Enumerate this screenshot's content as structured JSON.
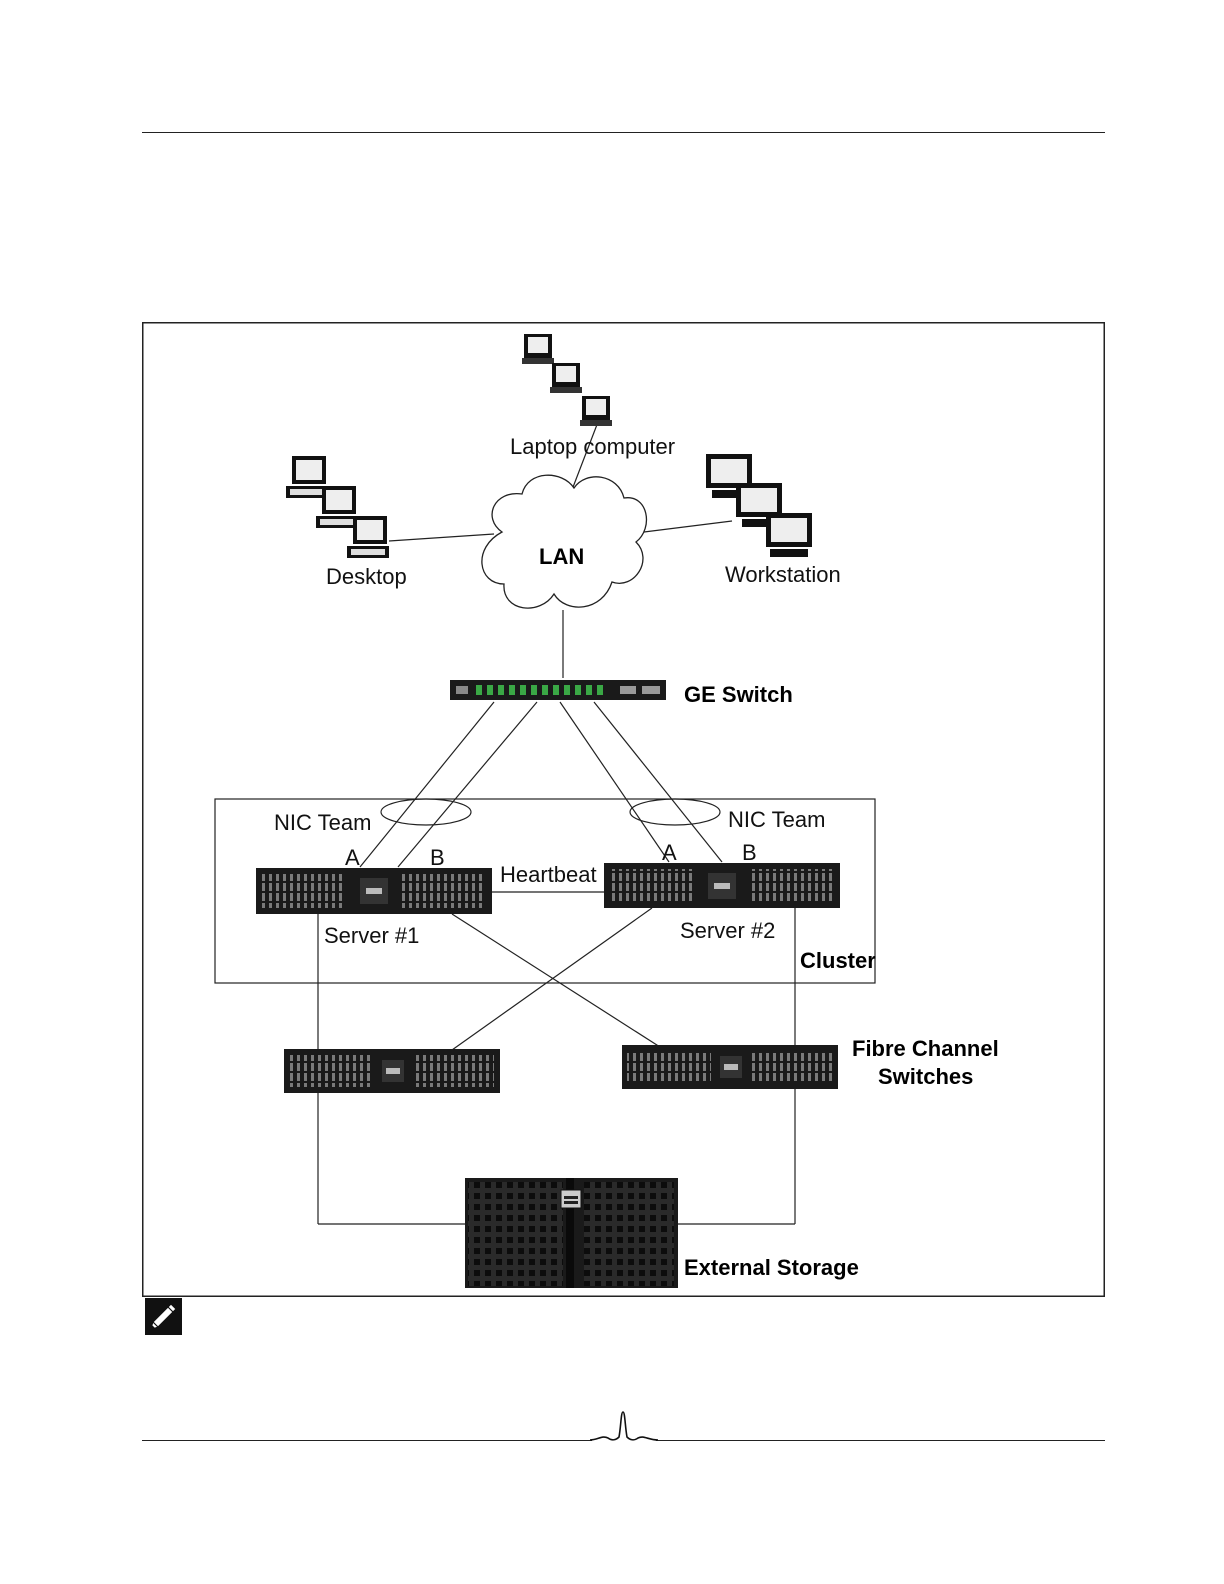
{
  "diagram": {
    "labels": {
      "laptop": "Laptop computer",
      "desktop": "Desktop",
      "workstation": "Workstation",
      "lan": "LAN",
      "ge_switch": "GE Switch",
      "nic_team_left": "NIC Team",
      "nic_team_right": "NIC Team",
      "port_a_left": "A",
      "port_b_left": "B",
      "port_a_right": "A",
      "port_b_right": "B",
      "heartbeat": "Heartbeat",
      "server1": "Server #1",
      "server2": "Server #2",
      "cluster": "Cluster",
      "fc_switches_line1": "Fibre Channel",
      "fc_switches_line2": "Switches",
      "external_storage": "External Storage"
    },
    "colors": {
      "device_dark": "#1a1a1a",
      "switch_led": "#3aa845",
      "line": "#222222"
    }
  },
  "icons": {
    "note": "note-pencil-icon",
    "footer": "waveform-logo-icon"
  }
}
